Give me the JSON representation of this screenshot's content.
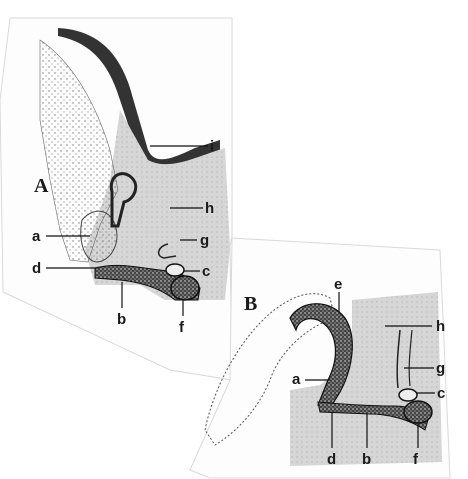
{
  "figure": {
    "panels": [
      {
        "id": "A",
        "title": "A",
        "labels": [
          "i",
          "h",
          "g",
          "a",
          "c",
          "d",
          "b",
          "f"
        ]
      },
      {
        "id": "B",
        "title": "B",
        "labels": [
          "e",
          "h",
          "a",
          "g",
          "c",
          "d",
          "b",
          "f"
        ]
      }
    ]
  }
}
